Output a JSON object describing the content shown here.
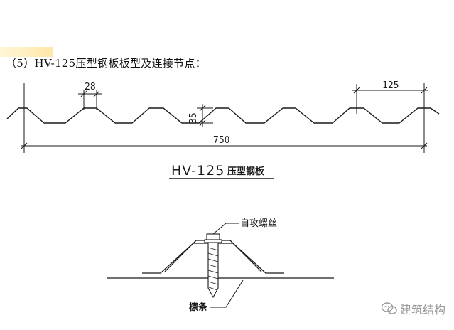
{
  "heading": "（5）HV-125压型钢板板型及连接节点：",
  "dimensions": {
    "rib_top": "28",
    "rib_pitch": "125",
    "rib_height": "35",
    "total_width": "750"
  },
  "profile_caption": {
    "model": "HV-125",
    "suffix": "压型钢板"
  },
  "detail": {
    "screw_label": "自攻螺丝",
    "purlin_label": "檩条"
  },
  "watermark": "建筑结构",
  "colors": {
    "line": "#1a1a1a",
    "watermark": "#9a9a9a"
  }
}
